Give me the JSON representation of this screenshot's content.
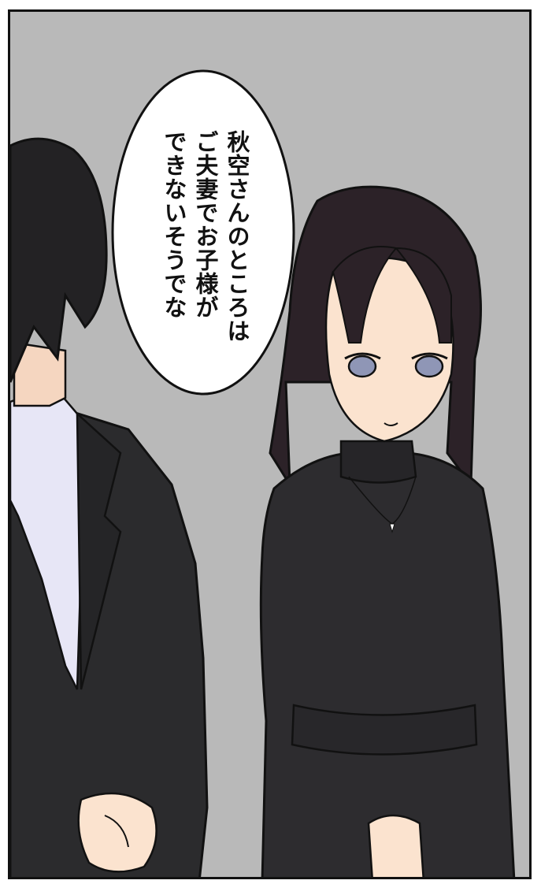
{
  "speech_bubble": {
    "lines": [
      "秋空さんのところは",
      "ご夫妻でお子様が",
      "できないそうでな"
    ]
  },
  "colors": {
    "background": "#b9b9b9",
    "suit": "#2b2b2d",
    "shirt": "#e7e6f6",
    "hair": "#2c2228",
    "skin": "#fbe3cf",
    "dress": "#2d2c2f",
    "eyes": "#8f96b6"
  }
}
